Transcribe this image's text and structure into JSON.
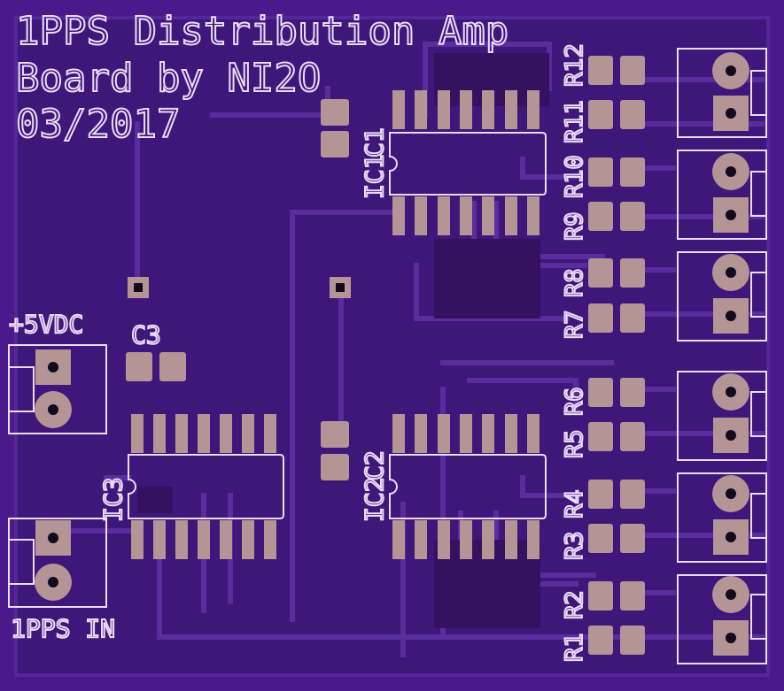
{
  "title_lines": [
    "1PPS Distribution Amp",
    "Board by NI2O",
    "03/2017"
  ],
  "labels": {
    "power": "+5VDC",
    "input": "1PPS IN",
    "c3": "C3",
    "ic1": "IC1",
    "c1": "C1",
    "ic2": "IC2",
    "c2": "C2",
    "ic3": "IC3",
    "r12": "R12",
    "r11": "R11",
    "r10": "R10",
    "r9": "R9",
    "r8": "R8",
    "r7": "R7",
    "r6": "R6",
    "r5": "R5",
    "r4": "R4",
    "r3": "R3",
    "r2": "R2",
    "r1": "R1"
  },
  "colors": {
    "board": "#4a1a8a",
    "board_inner": "#3f167a",
    "trace": "#5a2c9e",
    "pad": "#b49494",
    "silk": "#e9dcf5",
    "hole": "#120a1e"
  }
}
